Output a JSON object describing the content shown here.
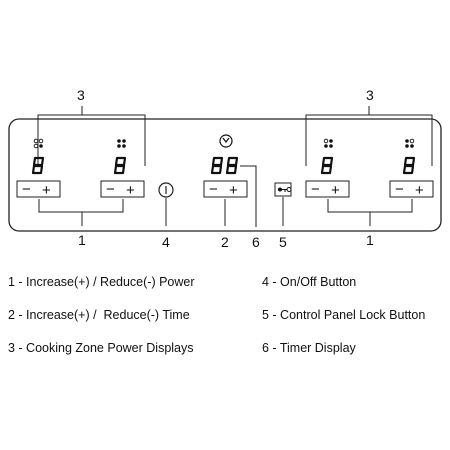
{
  "callouts": {
    "n1": "1",
    "n2": "2",
    "n3": "3",
    "n4": "4",
    "n5": "5",
    "n6": "6"
  },
  "controls": {
    "minus": "−",
    "plus": "+"
  },
  "legend": {
    "item1": "1 - Increase(+) / Reduce(-) Power",
    "item2": "2 - Increase(+) /  Reduce(-) Time",
    "item3": "3 - Cooking Zone Power Displays",
    "item4": "4 - On/Off Button",
    "item5": "5 - Control Panel Lock Button",
    "item6": "6 - Timer Display"
  },
  "icons": {
    "power": "power-icon",
    "clock": "clock-icon",
    "lock": "key-lock-icon",
    "zone": "zone-indicator-icon",
    "digit": "seven-segment-8-icon"
  }
}
